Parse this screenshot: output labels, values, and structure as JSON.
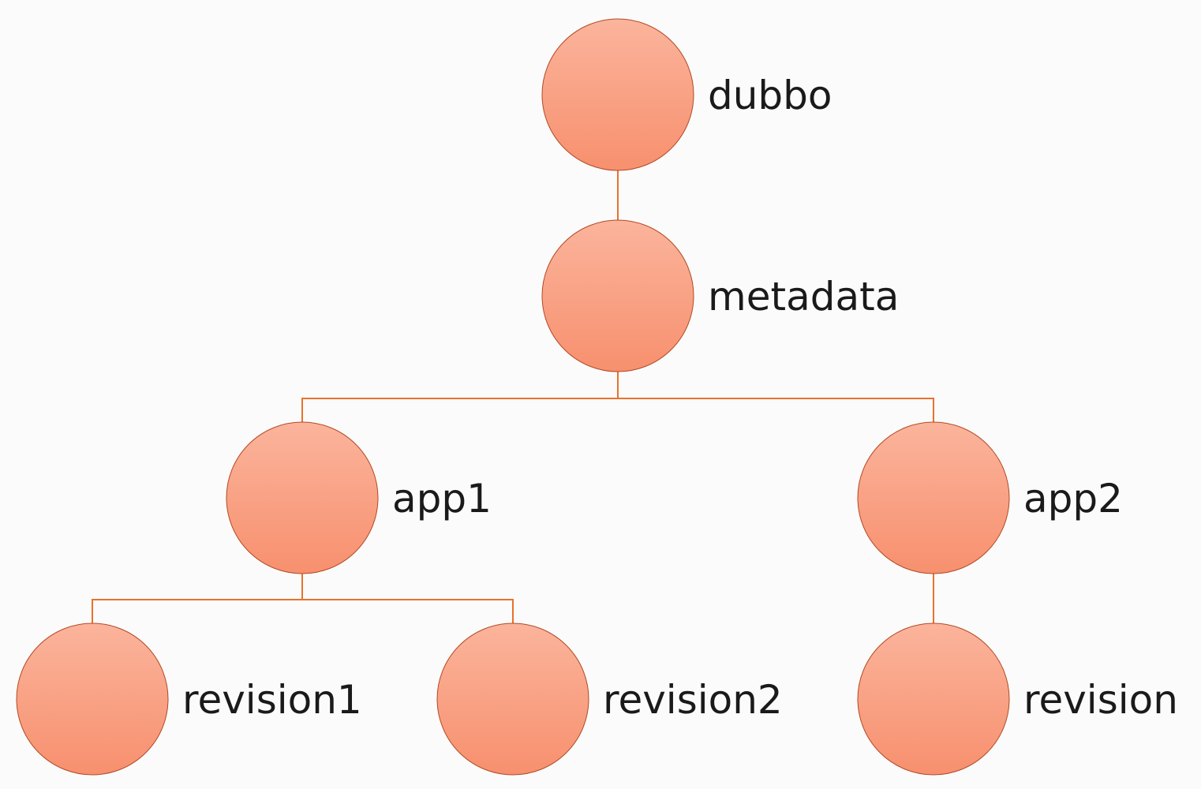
{
  "colors": {
    "background": "#fbfbfb",
    "node_fill_top": "#fbb49c",
    "node_fill_bottom": "#f7906e",
    "node_stroke": "#b24a24",
    "connector": "#e8722c",
    "label": "#1a1a1a"
  },
  "tree": {
    "nodes": [
      {
        "id": "dubbo",
        "label": "dubbo"
      },
      {
        "id": "metadata",
        "label": "metadata"
      },
      {
        "id": "app1",
        "label": "app1"
      },
      {
        "id": "app2",
        "label": "app2"
      },
      {
        "id": "revision1",
        "label": "revision1"
      },
      {
        "id": "revision2",
        "label": "revision2"
      },
      {
        "id": "revision",
        "label": "revision"
      }
    ],
    "edges": [
      {
        "from": "dubbo",
        "to": "metadata"
      },
      {
        "from": "metadata",
        "to": "app1"
      },
      {
        "from": "metadata",
        "to": "app2"
      },
      {
        "from": "app1",
        "to": "revision1"
      },
      {
        "from": "app1",
        "to": "revision2"
      },
      {
        "from": "app2",
        "to": "revision"
      }
    ]
  }
}
